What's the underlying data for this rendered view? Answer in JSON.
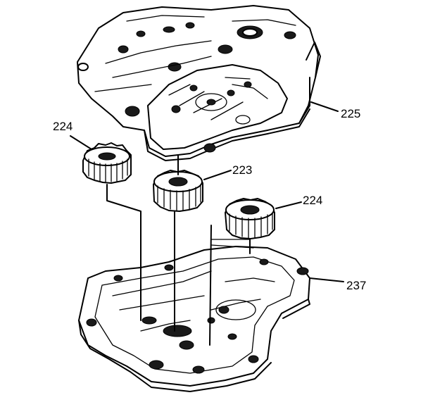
{
  "callouts": {
    "upper_housing": "225",
    "gear_left": "224",
    "gear_center": "223",
    "gear_right": "224",
    "lower_housing": "237"
  }
}
